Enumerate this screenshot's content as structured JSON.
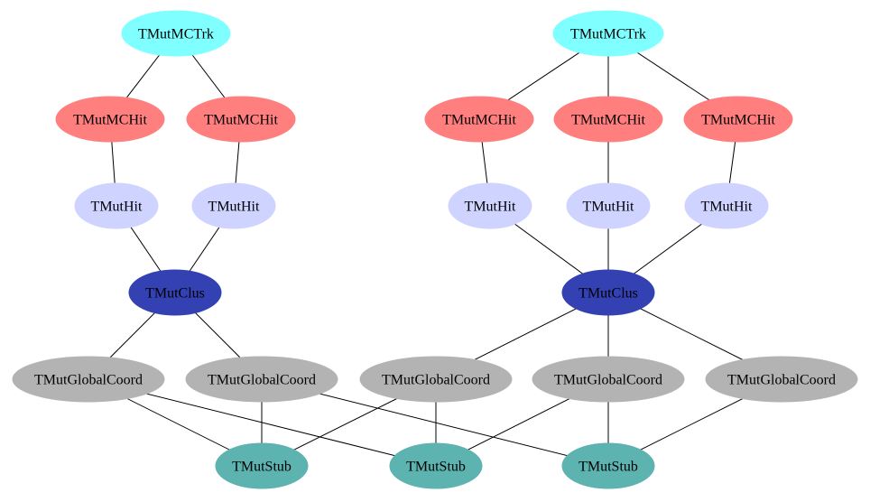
{
  "diagram": {
    "colors": {
      "TMutMCTrk": "#7fffff",
      "TMutMCHit": "#ff7f7f",
      "TMutHit": "#cfd3ff",
      "TMutClus": "#3341b3",
      "TMutGlobalCoord": "#b3b3b3",
      "TMutStub": "#5cb3b0"
    },
    "nodes": [
      {
        "id": "trk1",
        "label": "TMutMCTrk",
        "type": "TMutMCTrk"
      },
      {
        "id": "mch1",
        "label": "TMutMCHit",
        "type": "TMutMCHit"
      },
      {
        "id": "mch2",
        "label": "TMutMCHit",
        "type": "TMutMCHit"
      },
      {
        "id": "hit1",
        "label": "TMutHit",
        "type": "TMutHit"
      },
      {
        "id": "hit2",
        "label": "TMutHit",
        "type": "TMutHit"
      },
      {
        "id": "clus1",
        "label": "TMutClus",
        "type": "TMutClus"
      },
      {
        "id": "gc1",
        "label": "TMutGlobalCoord",
        "type": "TMutGlobalCoord"
      },
      {
        "id": "gc2",
        "label": "TMutGlobalCoord",
        "type": "TMutGlobalCoord"
      },
      {
        "id": "trk2",
        "label": "TMutMCTrk",
        "type": "TMutMCTrk"
      },
      {
        "id": "mch3",
        "label": "TMutMCHit",
        "type": "TMutMCHit"
      },
      {
        "id": "mch4",
        "label": "TMutMCHit",
        "type": "TMutMCHit"
      },
      {
        "id": "mch5",
        "label": "TMutMCHit",
        "type": "TMutMCHit"
      },
      {
        "id": "hit3",
        "label": "TMutHit",
        "type": "TMutHit"
      },
      {
        "id": "hit4",
        "label": "TMutHit",
        "type": "TMutHit"
      },
      {
        "id": "hit5",
        "label": "TMutHit",
        "type": "TMutHit"
      },
      {
        "id": "clus2",
        "label": "TMutClus",
        "type": "TMutClus"
      },
      {
        "id": "gc3",
        "label": "TMutGlobalCoord",
        "type": "TMutGlobalCoord"
      },
      {
        "id": "gc4",
        "label": "TMutGlobalCoord",
        "type": "TMutGlobalCoord"
      },
      {
        "id": "gc5",
        "label": "TMutGlobalCoord",
        "type": "TMutGlobalCoord"
      },
      {
        "id": "stub1",
        "label": "TMutStub",
        "type": "TMutStub"
      },
      {
        "id": "stub2",
        "label": "TMutStub",
        "type": "TMutStub"
      },
      {
        "id": "stub3",
        "label": "TMutStub",
        "type": "TMutStub"
      }
    ],
    "edges": [
      [
        "trk1",
        "mch1"
      ],
      [
        "trk1",
        "mch2"
      ],
      [
        "mch1",
        "hit1"
      ],
      [
        "mch2",
        "hit2"
      ],
      [
        "hit1",
        "clus1"
      ],
      [
        "hit2",
        "clus1"
      ],
      [
        "clus1",
        "gc1"
      ],
      [
        "clus1",
        "gc2"
      ],
      [
        "trk2",
        "mch3"
      ],
      [
        "trk2",
        "mch4"
      ],
      [
        "trk2",
        "mch5"
      ],
      [
        "mch3",
        "hit3"
      ],
      [
        "mch4",
        "hit4"
      ],
      [
        "mch5",
        "hit5"
      ],
      [
        "hit3",
        "clus2"
      ],
      [
        "hit4",
        "clus2"
      ],
      [
        "hit5",
        "clus2"
      ],
      [
        "clus2",
        "gc3"
      ],
      [
        "clus2",
        "gc4"
      ],
      [
        "clus2",
        "gc5"
      ],
      [
        "gc1",
        "stub1"
      ],
      [
        "gc1",
        "stub2"
      ],
      [
        "gc2",
        "stub1"
      ],
      [
        "gc2",
        "stub3"
      ],
      [
        "gc3",
        "stub1"
      ],
      [
        "gc3",
        "stub2"
      ],
      [
        "gc4",
        "stub2"
      ],
      [
        "gc4",
        "stub3"
      ],
      [
        "gc5",
        "stub3"
      ]
    ]
  }
}
